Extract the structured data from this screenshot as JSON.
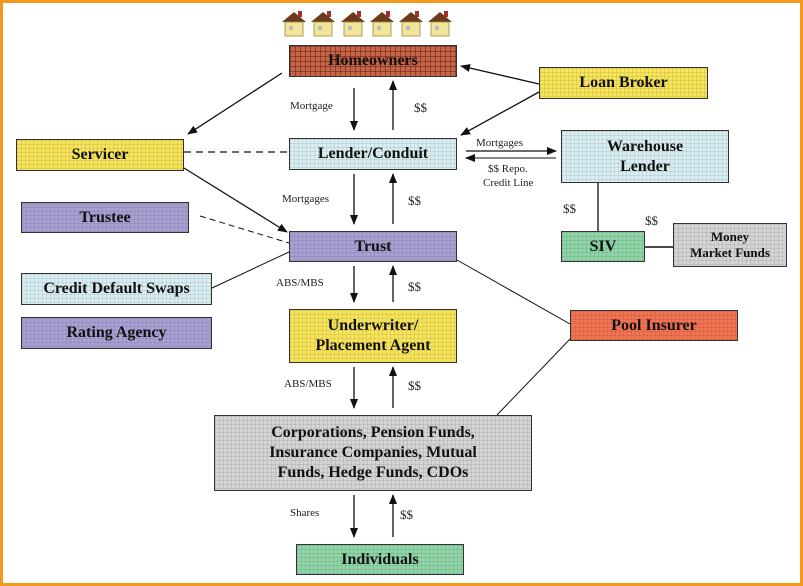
{
  "nodes": {
    "homeowners": "Homeowners",
    "loan_broker": "Loan Broker",
    "servicer": "Servicer",
    "lender": "Lender/Conduit",
    "warehouse_1": "Warehouse",
    "warehouse_2": "Lender",
    "trustee": "Trustee",
    "trust": "Trust",
    "siv": "SIV",
    "mmf_1": "Money",
    "mmf_2": "Market Funds",
    "cds": "Credit Default Swaps",
    "rating": "Rating Agency",
    "pool_insurer": "Pool Insurer",
    "underwriter_1": "Underwriter/",
    "underwriter_2": "Placement Agent",
    "investors_1": "Corporations, Pension Funds,",
    "investors_2": "Insurance Companies, Mutual",
    "investors_3": "Funds, Hedge Funds, CDOs",
    "individuals": "Individuals"
  },
  "labels": {
    "mortgage": "Mortgage",
    "dollars": "$$",
    "mortgages": "Mortgages",
    "mortgages_wh": "Mortgages",
    "repo_1": "$$ Repo.",
    "repo_2": "Credit Line",
    "abs_mbs": "ABS/MBS",
    "shares": "Shares"
  },
  "colors": {
    "frame": "#f39a1e",
    "yellow": "#f7e45a",
    "cyan": "#d9eef2",
    "purple": "#a99fd2",
    "brick": "#c46548",
    "green": "#8fd5a8",
    "gray": "#d4d4d4",
    "orange": "#f27352"
  },
  "icons": [
    "house-icon",
    "house-icon",
    "house-icon",
    "house-icon",
    "house-icon",
    "house-icon"
  ]
}
